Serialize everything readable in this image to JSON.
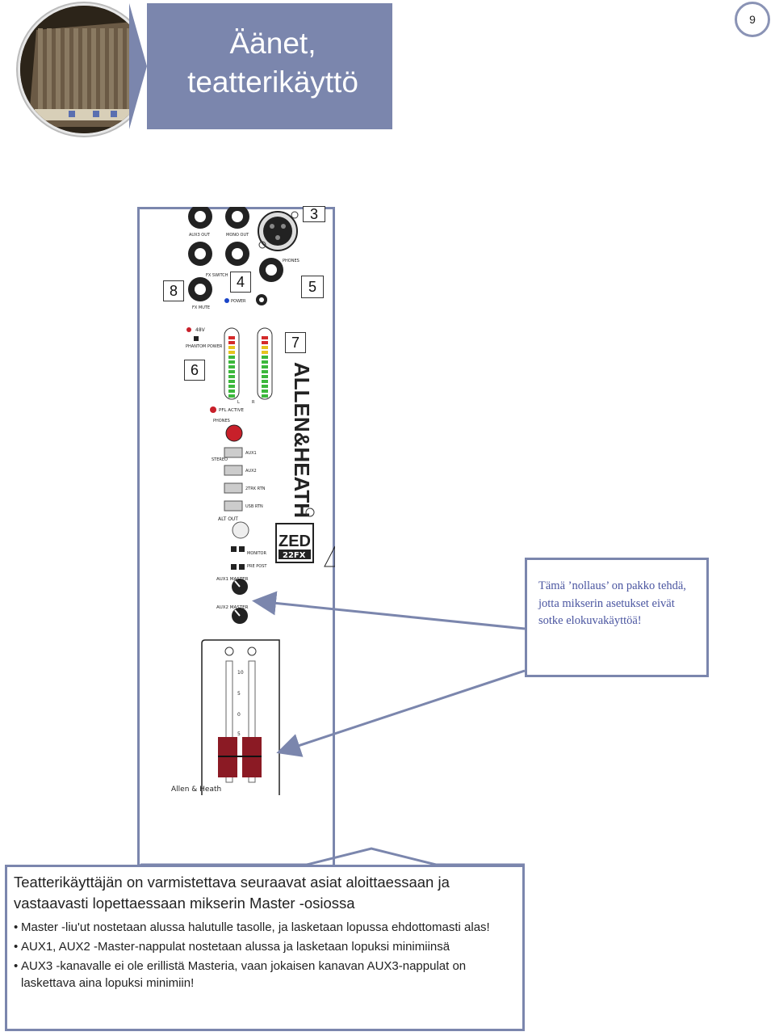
{
  "header": {
    "title_line1": "Äänet,",
    "title_line2": "teatterikäyttö",
    "page_number": "9"
  },
  "mixer": {
    "brand_vertical": "ALLEN&HEATH",
    "model": "ZED",
    "model_sub": "22FX",
    "footer_brand": "Allen & Heath",
    "labels": {
      "aux3_out": "AUX3 OUT",
      "mono_out": "MONO OUT",
      "fx_switch": "FX SWITCH",
      "fx_mute": "FX MUTE",
      "power": "POWER",
      "phones": "PHONES",
      "phantom_48v": "48V",
      "phantom_power": "PHANTOM POWER",
      "pfl_active": "PFL ACTIVE",
      "phones2": "PHONES",
      "stereo": "STEREO",
      "aux1": "AUX1",
      "aux2": "AUX2",
      "two_trk_rtn": "2TRK RTN",
      "usb_rtn": "USB RTN",
      "alt_out": "ALT OUT",
      "monitor": "MONITOR",
      "pre_post": "PRE POST",
      "aux1_master": "AUX1 MASTER",
      "aux2_master": "AUX2 MASTER",
      "meter_l": "L",
      "meter_r": "R",
      "fader_10": "10",
      "fader_5": "5",
      "fader_0": "0",
      "fader_m5": "5"
    },
    "callout_numbers": [
      "3",
      "4",
      "5",
      "6",
      "7",
      "8"
    ]
  },
  "callout": {
    "text": "Tämä ’nollaus’ on pakko tehdä, jotta mikserin asetukset eivät sotke elokuvakäyttöä!"
  },
  "textbox": {
    "intro": "Teatterikäyttäjän on varmistettava seuraavat asiat aloittaessaan ja vastaavasti lopettaessaan mikserin Master -osiossa",
    "bullets": [
      "Master -liu'ut nostetaan alussa halutulle tasolle, ja lasketaan lopussa ehdottomasti alas!",
      "AUX1, AUX2 -Master-nappulat nostetaan alussa ja lasketaan lopuksi minimiinsä",
      "AUX3  -kanavalle ei ole erillistä Masteria, vaan jokaisen kanavan AUX3-nappulat on laskettava aina lopuksi minimiin!"
    ]
  },
  "colors": {
    "banner": "#7b86ad",
    "border": "#7b86ad",
    "callout_text": "#4a55a0",
    "fader_red": "#8b1a24"
  }
}
